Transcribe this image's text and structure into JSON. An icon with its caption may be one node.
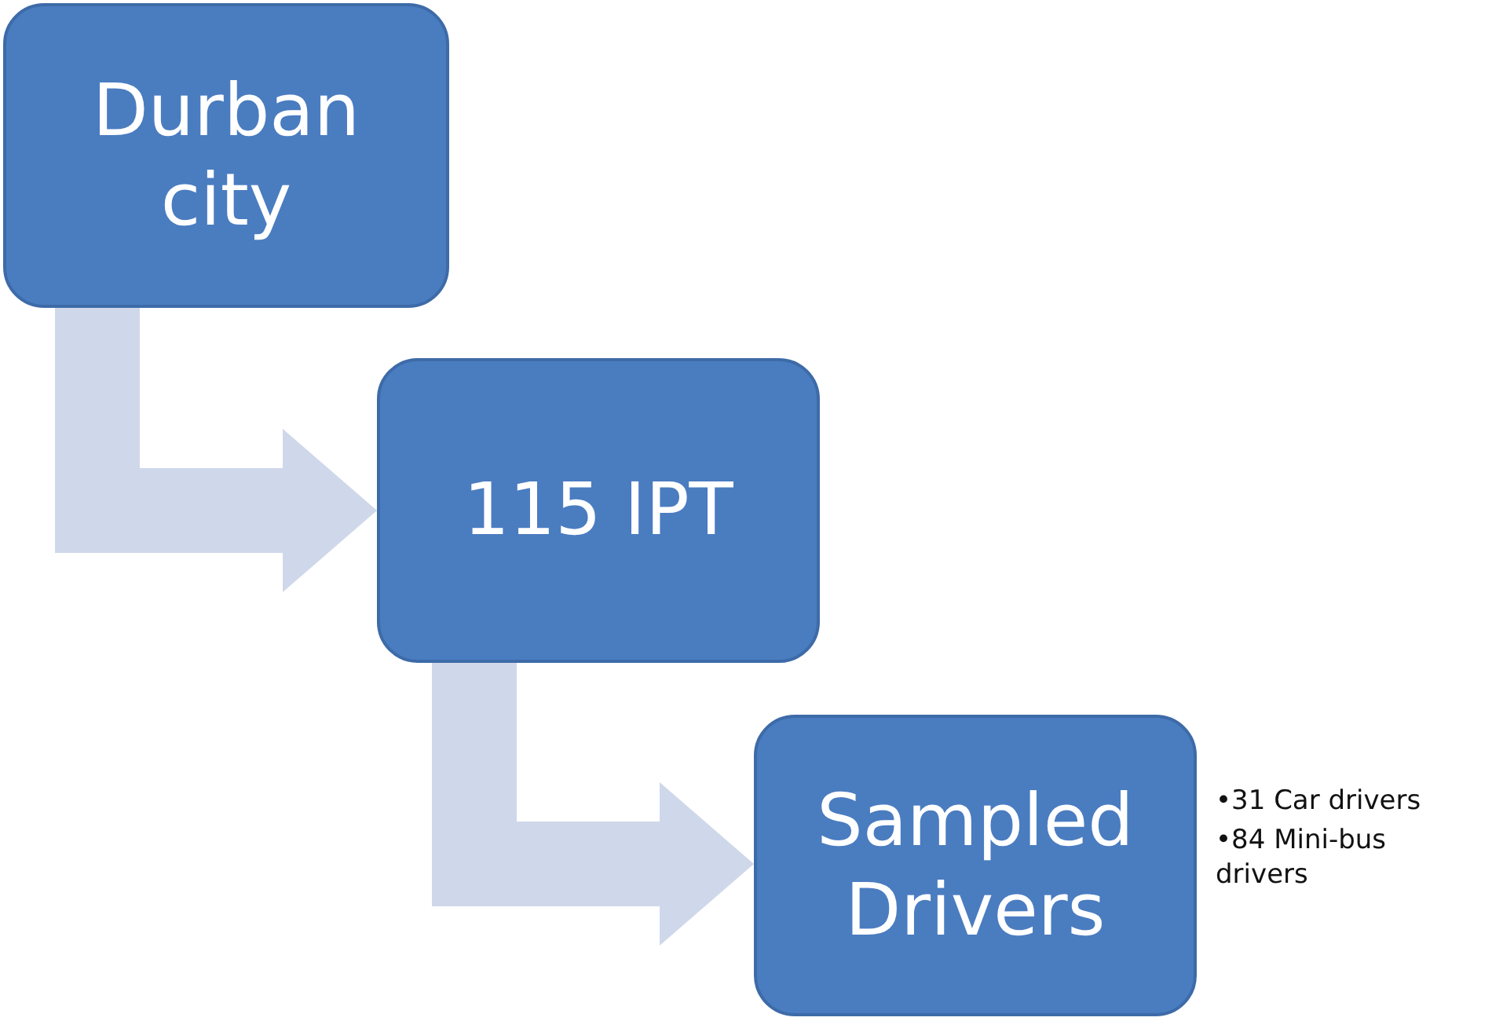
{
  "diagram": {
    "nodes": [
      {
        "text": [
          "Durban city"
        ]
      },
      {
        "text": [
          "115 IPT"
        ]
      },
      {
        "text": [
          "Sampled Drivers"
        ],
        "beside": [
          "•31 Car drivers",
          "•84 Mini-bus drivers"
        ]
      }
    ],
    "edges": [
      {
        "from": 0,
        "to": 1,
        "arrow": "to"
      },
      {
        "from": 1,
        "to": 2,
        "arrow": "to"
      }
    ]
  }
}
